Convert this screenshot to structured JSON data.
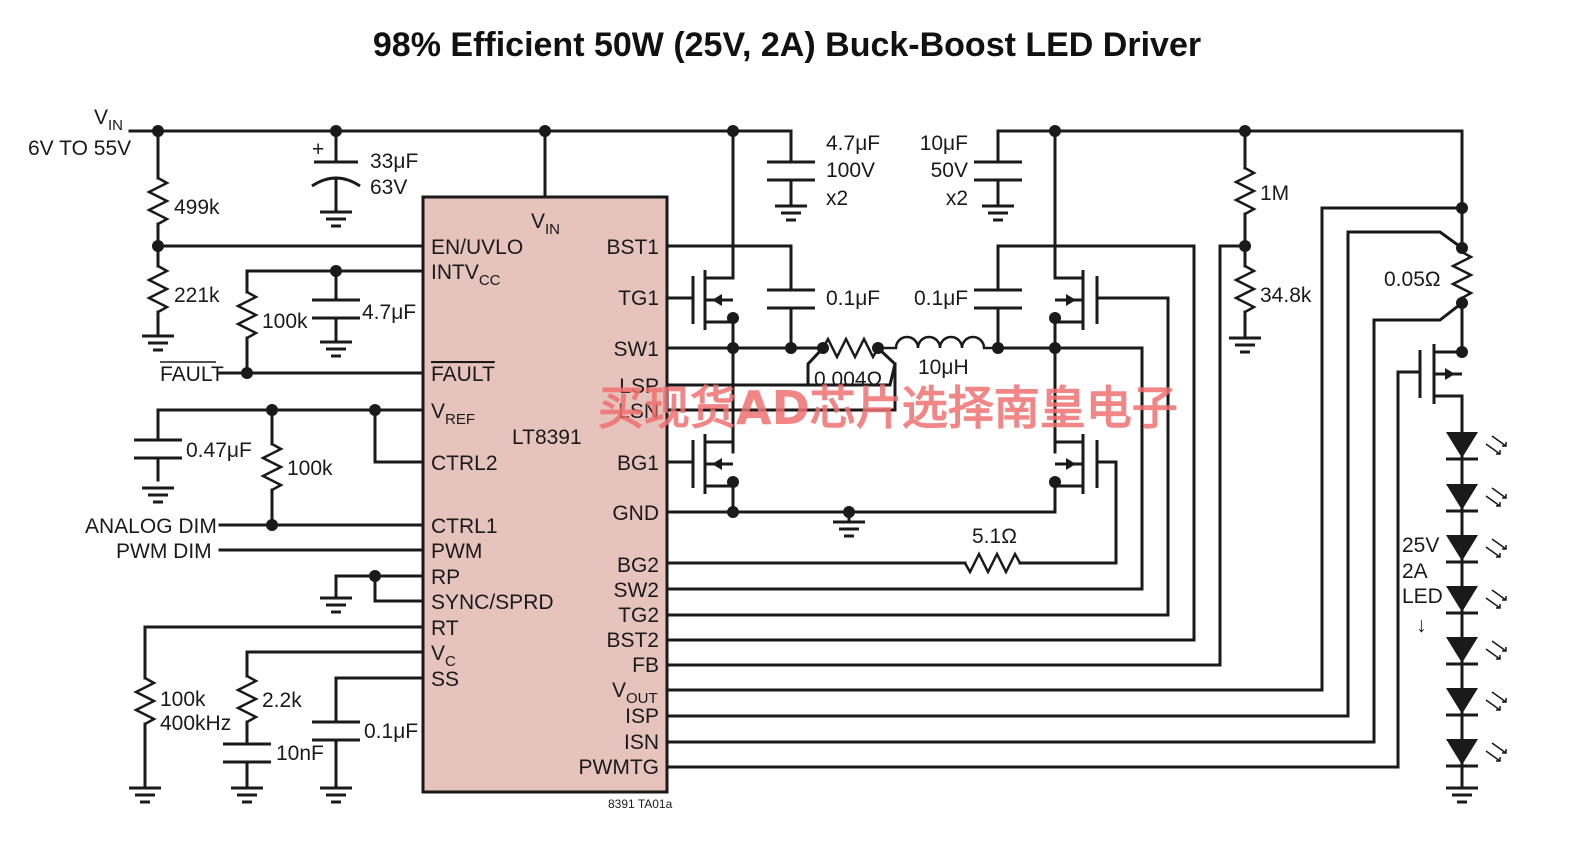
{
  "title": "98% Efficient 50W (25V, 2A) Buck-Boost LED Driver",
  "ic": {
    "part": "LT8391",
    "vin_pin": "V",
    "vin_pin_sub": "IN",
    "left_pins": {
      "en_uvlo": "EN/UVLO",
      "intvcc": "INTV",
      "intvcc_sub": "CC",
      "fault": "FAULT",
      "vref": "V",
      "vref_sub": "REF",
      "ctrl2": "CTRL2",
      "ctrl1": "CTRL1",
      "pwm": "PWM",
      "rp": "RP",
      "sync": "SYNC/SPRD",
      "rt": "RT",
      "vc": "V",
      "vc_sub": "C",
      "ss": "SS"
    },
    "right_pins": {
      "bst1": "BST1",
      "tg1": "TG1",
      "sw1": "SW1",
      "lsp": "LSP",
      "lsn": "LSN",
      "bg1": "BG1",
      "gnd": "GND",
      "bg2": "BG2",
      "sw2": "SW2",
      "tg2": "TG2",
      "bst2": "BST2",
      "fb": "FB",
      "vout": "V",
      "vout_sub": "OUT",
      "isp": "ISP",
      "isn": "ISN",
      "pwmtg": "PWMTG"
    },
    "fill_color": "#e6c3bc"
  },
  "labels": {
    "vin": "V",
    "vin_sub": "IN",
    "vin_range": "6V TO 55V",
    "r499k": "499k",
    "r221k": "221k",
    "c33u_1": "33μF",
    "c33u_2": "63V",
    "plus": "+",
    "r100k_intvcc": "100k",
    "c4u7_intvcc": "4.7μF",
    "fault_net": "FAULT",
    "c047u": "0.47μF",
    "r100k_vref": "100k",
    "analog_dim": "ANALOG DIM",
    "pwm_dim": "PWM DIM",
    "r100k_rt": "100k",
    "f400k": "400kHz",
    "r2k2": "2.2k",
    "c10n": "10nF",
    "c01u_ss": "0.1μF",
    "cin_1": "4.7μF",
    "cin_2": "100V",
    "cin_3": "x2",
    "cbst1": "0.1μF",
    "cbst2": "0.1μF",
    "rsense": "0.004Ω",
    "l1": "10μH",
    "cout_1": "10μF",
    "cout_2": "50V",
    "cout_3": "x2",
    "r1m": "1M",
    "r34k8": "34.8k",
    "r005": "0.05Ω",
    "r5r1": "5.1Ω",
    "led_1": "25V",
    "led_2": "2A",
    "led_3": "LED",
    "led_arrow": "↓",
    "code": "8391 TA01a"
  },
  "watermark": "买现货AD芯片选择南皇电子",
  "colors": {
    "ink": "#1a1a1a",
    "ic_fill": "#e6c3bc",
    "watermark": "#f07070"
  }
}
